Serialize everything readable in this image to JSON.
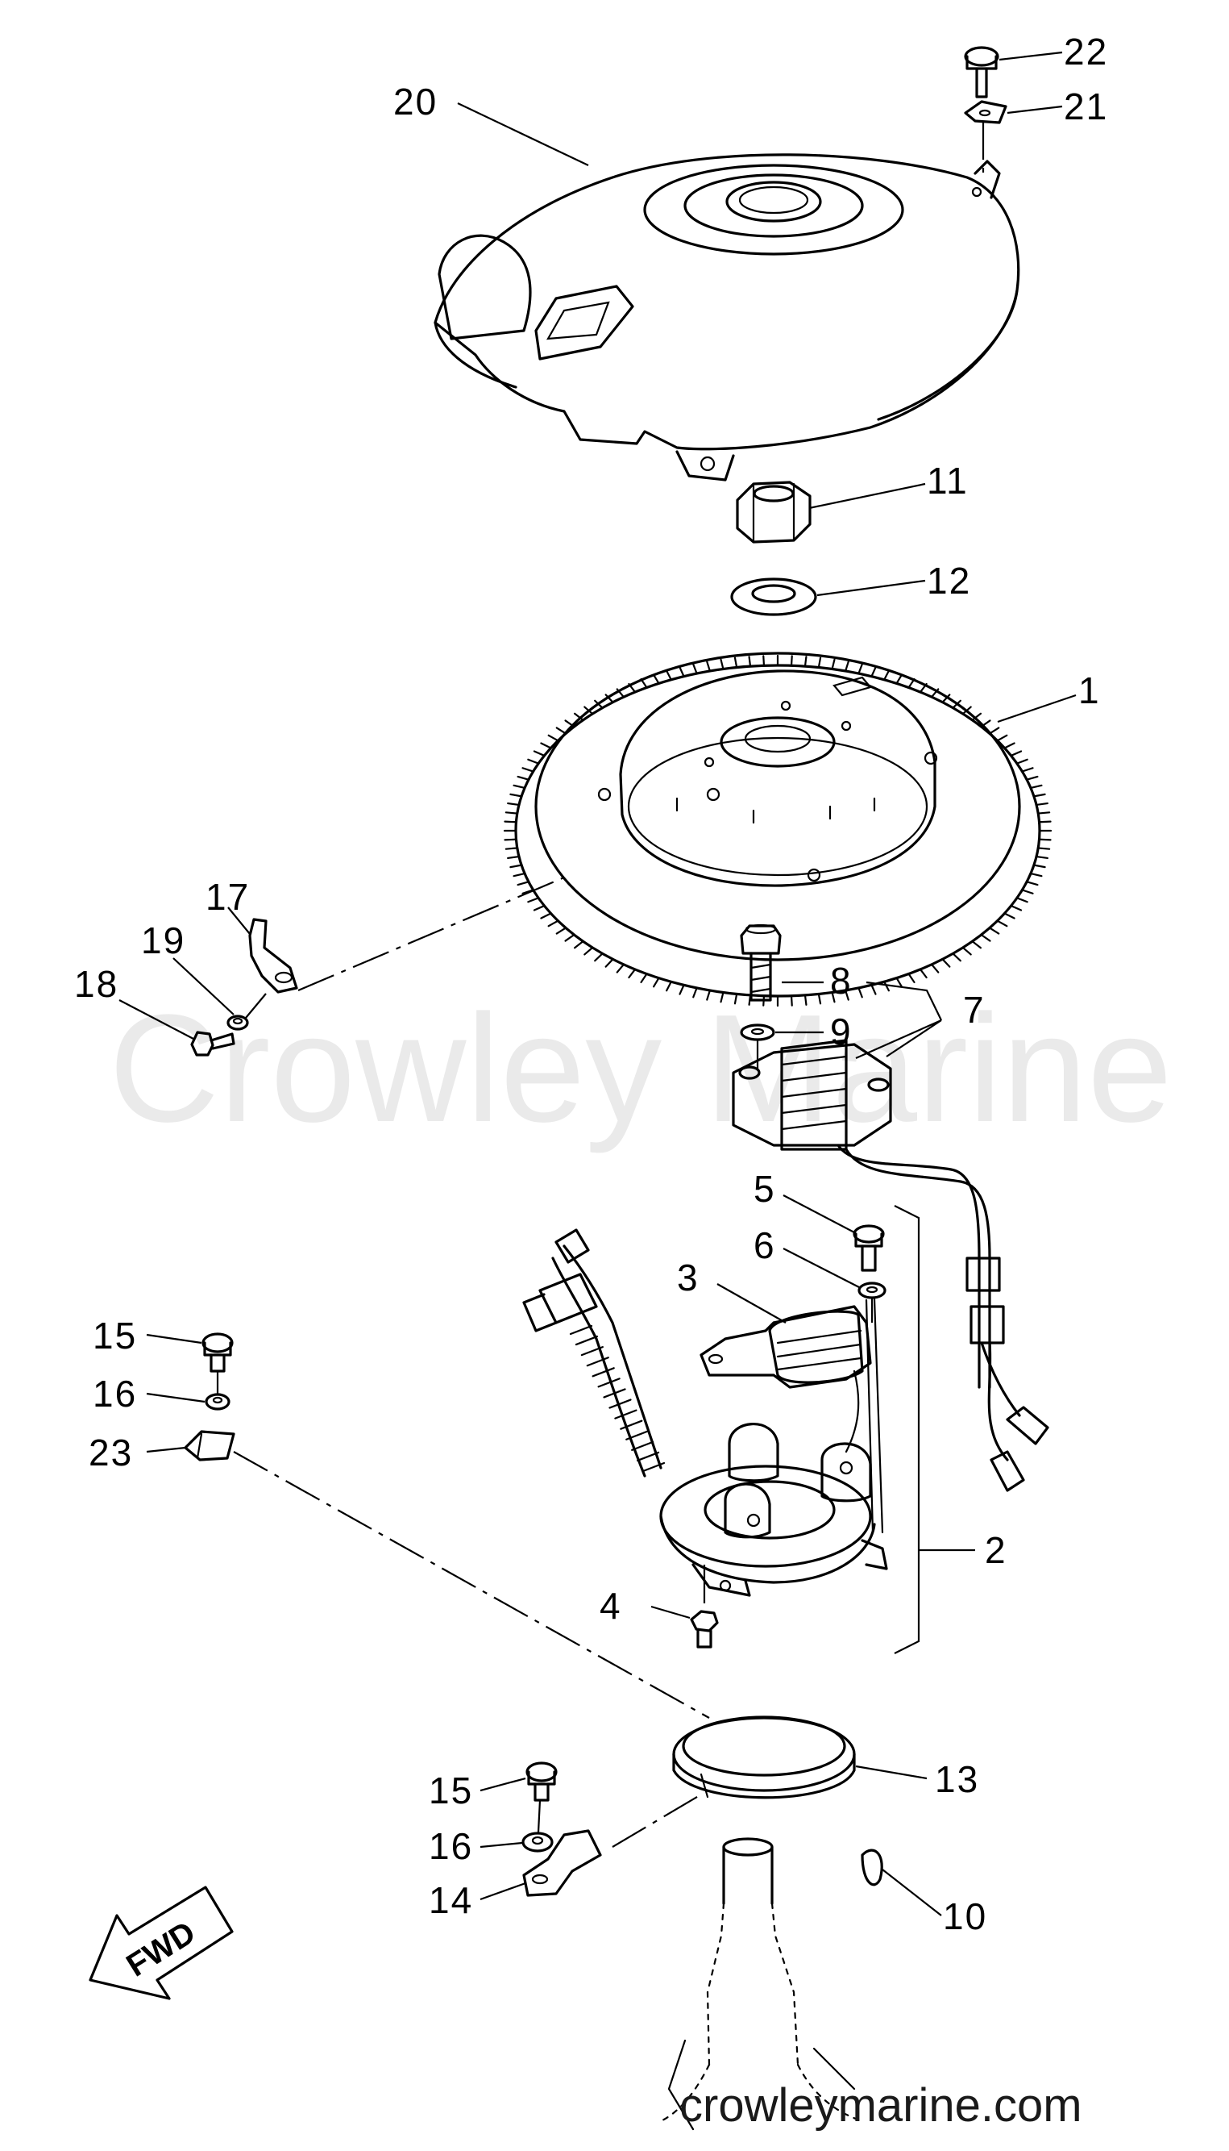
{
  "watermark": "Crowley Marine",
  "site": "crowleymarine.com",
  "direction_label": "FWD",
  "callouts": {
    "c1": "1",
    "c2": "2",
    "c3": "3",
    "c4": "4",
    "c5": "5",
    "c6": "6",
    "c7": "7",
    "c8": "8",
    "c9": "9",
    "c10": "10",
    "c11": "11",
    "c12": "12",
    "c13": "13",
    "c14": "14",
    "c15a": "15",
    "c15b": "15",
    "c16a": "16",
    "c16b": "16",
    "c17": "17",
    "c18": "18",
    "c19": "19",
    "c20": "20",
    "c21": "21",
    "c22": "22",
    "c23": "23"
  }
}
